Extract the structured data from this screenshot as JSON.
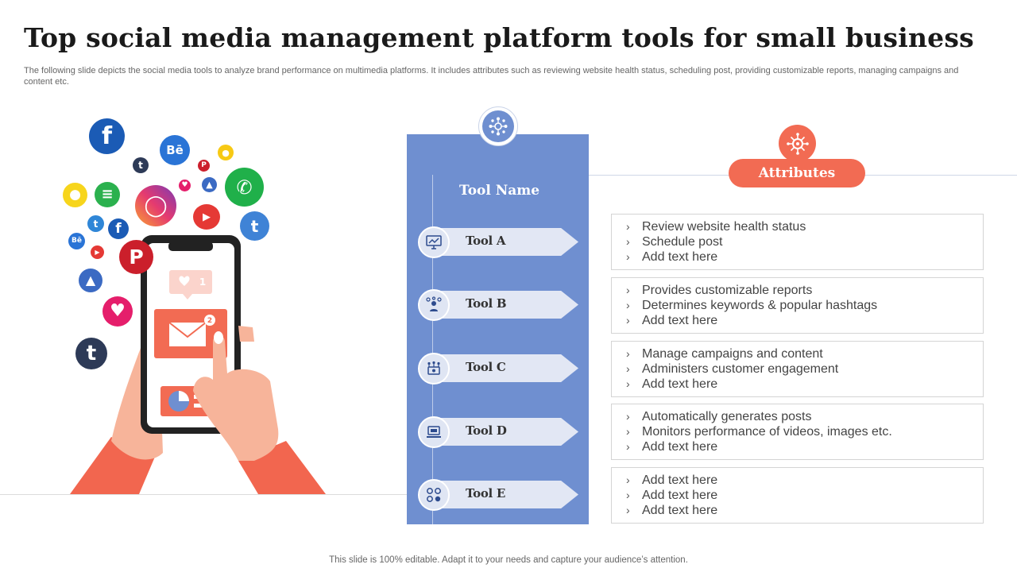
{
  "slide": {
    "title": "Top social media management platform tools for small business",
    "subtitle": "The following slide depicts the social media tools to analyze brand performance on multimedia platforms. It includes attributes such as reviewing website health status, scheduling post, providing customizable reports, managing campaigns and content etc.",
    "footer": "This slide is 100% editable. Adapt it to your needs and capture your audience’s attention."
  },
  "tools": {
    "header": "Tool Name",
    "items": [
      {
        "label": "Tool A",
        "icon": "monitor-chart-icon"
      },
      {
        "label": "Tool B",
        "icon": "user-network-icon"
      },
      {
        "label": "Tool C",
        "icon": "connected-screen-icon"
      },
      {
        "label": "Tool D",
        "icon": "laptop-icon"
      },
      {
        "label": "Tool E",
        "icon": "settings-cluster-icon"
      }
    ]
  },
  "attributes": {
    "header": "Attributes",
    "groups": [
      {
        "lines": [
          "Review website health status",
          "Schedule post",
          "Add text here"
        ]
      },
      {
        "lines": [
          "Provides customizable reports",
          "Determines keywords & popular hashtags",
          "Add text here"
        ]
      },
      {
        "lines": [
          "Manage campaigns and content",
          "Administers customer engagement",
          "Add text here"
        ]
      },
      {
        "lines": [
          "Automatically generates posts",
          "Monitors performance of videos, images etc.",
          "Add text here"
        ]
      },
      {
        "lines": [
          "Add text here",
          "Add text here",
          "Add text here"
        ]
      }
    ]
  },
  "illustration": {
    "phone_like_count": "1",
    "mail_badge": "2",
    "social_glyphs": {
      "facebook": "f",
      "behance": "Bē",
      "tumblr": "t",
      "pinterest": "P",
      "twitter": "t"
    }
  },
  "colors": {
    "panel": "#6f8fd0",
    "accent": "#f26b53",
    "tool_arrow": "#e2e7f4"
  }
}
